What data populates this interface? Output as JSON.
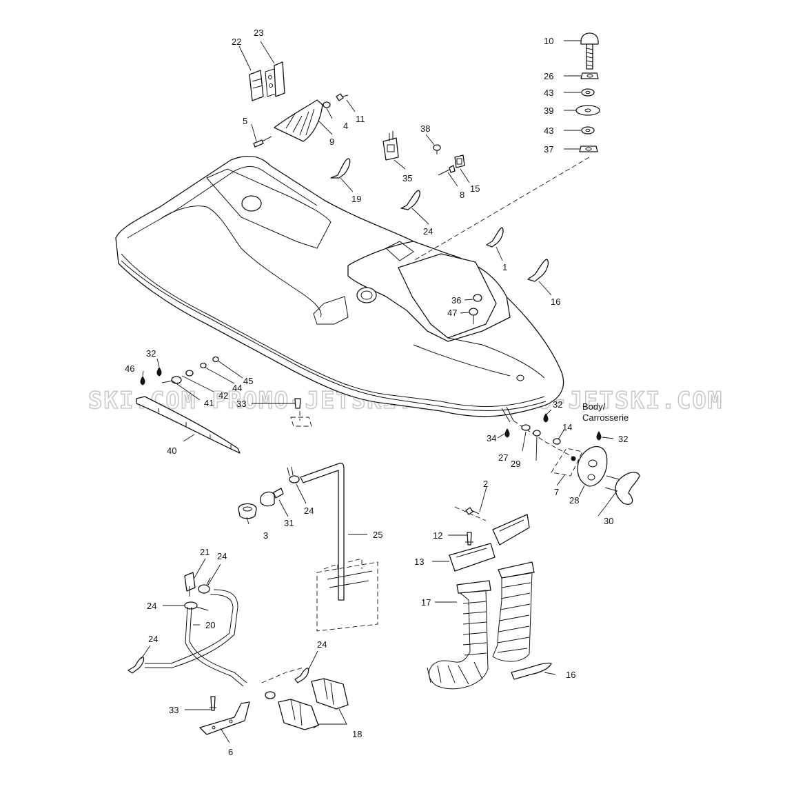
{
  "watermark": "SKI.COM   PROMO-JETSKI.COM   PROMO-JETSKI.COM",
  "body_label_line1": "Body/",
  "body_label_line2": "Carrosserie",
  "callouts": {
    "c1": "1",
    "c2": "2",
    "c3": "3",
    "c4": "4",
    "c5": "5",
    "c6": "6",
    "c7": "7",
    "c8": "8",
    "c9": "9",
    "c10": "10",
    "c11": "11",
    "c12": "12",
    "c13": "13",
    "c14": "14",
    "c15": "15",
    "c16a": "16",
    "c16b": "16",
    "c17": "17",
    "c18": "18",
    "c19": "19",
    "c20": "20",
    "c21": "21",
    "c22": "22",
    "c23": "23",
    "c24a": "24",
    "c24b": "24",
    "c24c": "24",
    "c24d": "24",
    "c24e": "24",
    "c24f": "24",
    "c25": "25",
    "c26": "26",
    "c27": "27",
    "c28": "28",
    "c29": "29",
    "c30": "30",
    "c31": "31",
    "c32a": "32",
    "c32b": "32",
    "c32c": "32",
    "c33a": "33",
    "c33b": "33",
    "c34": "34",
    "c35": "35",
    "c36": "36",
    "c37": "37",
    "c38": "38",
    "c39": "39",
    "c40": "40",
    "c41": "41",
    "c42": "42",
    "c43a": "43",
    "c43b": "43",
    "c44": "44",
    "c45": "45",
    "c46": "46",
    "c47": "47"
  }
}
